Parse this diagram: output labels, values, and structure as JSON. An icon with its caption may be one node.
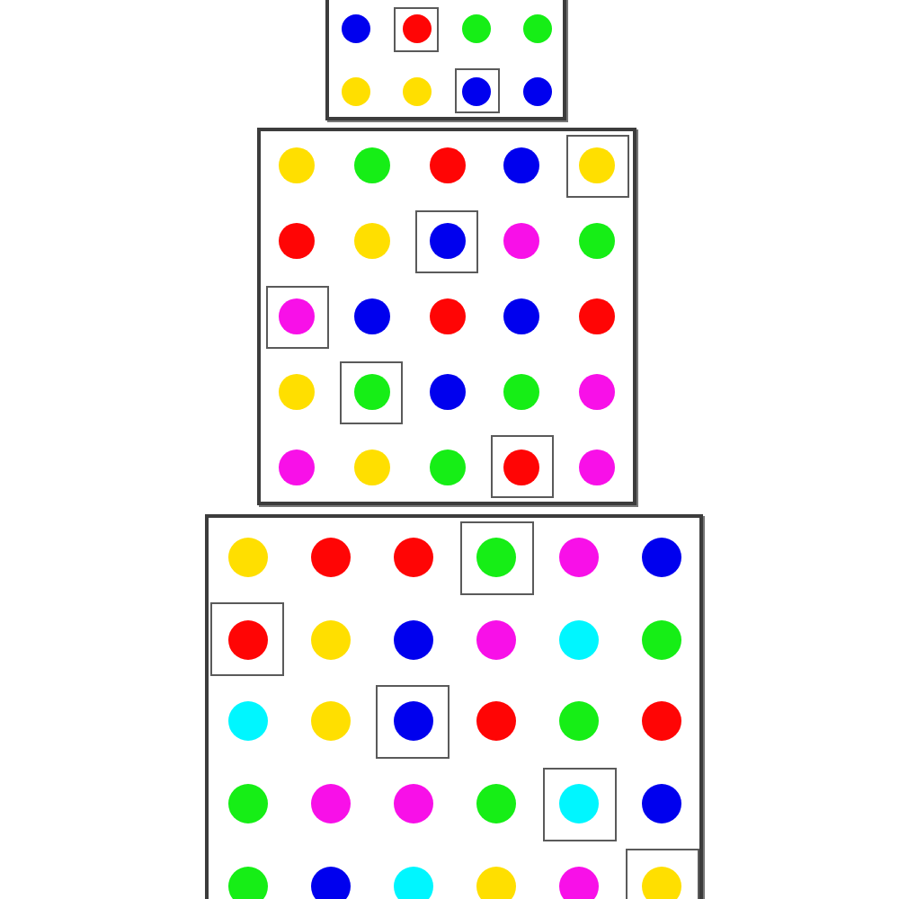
{
  "diagram": {
    "nodes": [
      {
        "text": [],
        "shape": "box"
      },
      {
        "text": [],
        "shape": "box",
        "in": 0
      },
      {
        "text": [],
        "shape": "box",
        "in": 0
      },
      {
        "text": [],
        "shape": "box"
      },
      {
        "text": [],
        "shape": "box",
        "in": 3
      },
      {
        "text": [],
        "shape": "box",
        "in": 3
      },
      {
        "text": [],
        "shape": "box",
        "in": 3
      },
      {
        "text": [],
        "shape": "box",
        "in": 3
      },
      {
        "text": [],
        "shape": "box",
        "in": 3
      },
      {
        "text": [],
        "shape": "box"
      },
      {
        "text": [],
        "shape": "box",
        "in": 9
      },
      {
        "text": [],
        "shape": "box",
        "in": 9
      },
      {
        "text": [],
        "shape": "box",
        "in": 9
      },
      {
        "text": [],
        "shape": "box",
        "in": 9
      },
      {
        "text": [],
        "shape": "box",
        "in": 9
      }
    ]
  }
}
